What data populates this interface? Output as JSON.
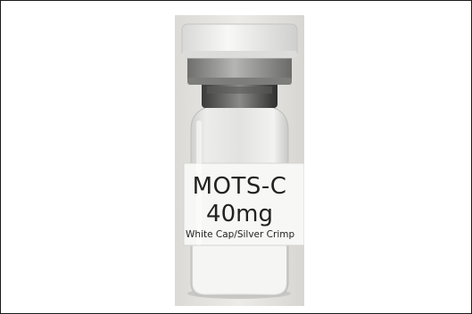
{
  "vial_label": {
    "name": "MOTS-C",
    "dose": "40mg",
    "description": "White Cap/Silver Crimp"
  },
  "colors": {
    "cap": "#efefed",
    "crimp": "#8a8a88",
    "glass": "#dedede",
    "powder": "#f4f4f4",
    "label": "#f7f7f5",
    "backdrop": "#e8e6e2"
  }
}
